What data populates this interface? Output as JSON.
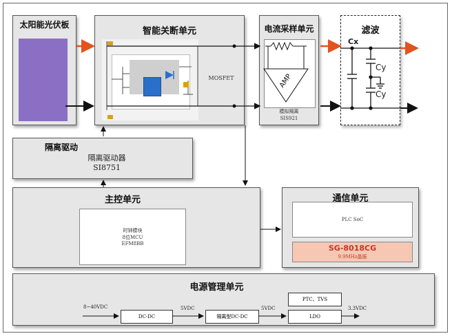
{
  "solar": {
    "title": "太阳能光伏板"
  },
  "shutoff": {
    "title": "智能关断单元",
    "mosfet": "MOSFET"
  },
  "sampling": {
    "title": "电流采样单元",
    "amp": "AMP",
    "isolation": "模拟隔离",
    "chip": "SIS921"
  },
  "filter": {
    "title": "滤波",
    "cx": "Cx",
    "cy1": "Cy",
    "cy2": "Cy"
  },
  "driver": {
    "title": "隔离驱动",
    "subtitle": "隔离驱动器",
    "chip": "SI8751"
  },
  "main": {
    "title": "主控单元",
    "line1": "时钟模块",
    "line2": "8位MCU",
    "line3": "EFM8BB"
  },
  "comm": {
    "title": "通信单元",
    "plc": "PLC SoC",
    "sg": "SG-8018CG",
    "crystal": "9.9MHz晶振"
  },
  "power": {
    "title": "电源管理单元",
    "input": "8~40VDC",
    "dcdc": "DC-DC",
    "v5a": "5VDC",
    "isodcdc": "隔离型DC-DC",
    "v5b": "5VDC",
    "ptc": "PTC、TVS",
    "ldo": "LDO",
    "v33": "3.3VDC"
  },
  "colors": {
    "arrow_orange": "#e2531f",
    "sg_fill": "#f6c7b2",
    "sg_text": "#c0392b",
    "chip_blue": "#2a6fc9"
  }
}
